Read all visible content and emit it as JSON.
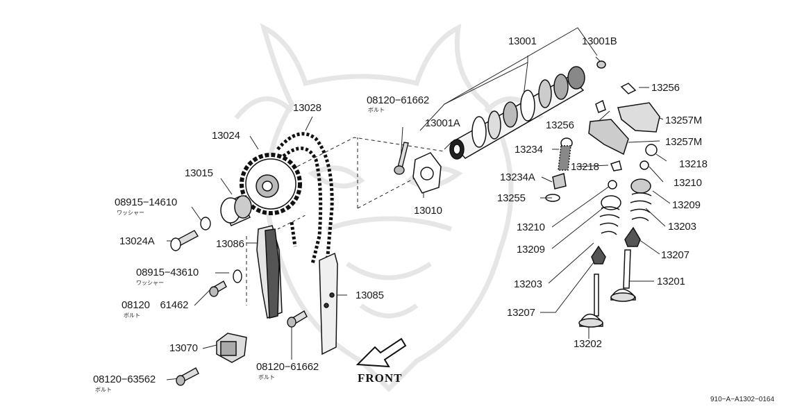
{
  "diagram": {
    "parts": {
      "p13001": "13001",
      "p13001B": "13001B",
      "p13001A": "13001A",
      "p13256a": "13256",
      "p13256b": "13256",
      "p13257Ma": "13257M",
      "p13257Mb": "13257M",
      "p13234": "13234",
      "p13234A": "13234A",
      "p13218a": "13218",
      "p13218b": "13218",
      "p13210a": "13210",
      "p13210b": "13210",
      "p13255": "13255",
      "p13209a": "13209",
      "p13209b": "13209",
      "p13203a": "13203",
      "p13203b": "13203",
      "p13207a": "13207",
      "p13207b": "13207",
      "p13201": "13201",
      "p13202": "13202",
      "p13010": "13010",
      "p13028": "13028",
      "p13024": "13024",
      "p13015": "13015",
      "p08915_14610": "08915−14610",
      "p13024A": "13024A",
      "p13086": "13086",
      "p08915_43610": "08915−43610",
      "p08120_61462": "08120　61462",
      "p13085": "13085",
      "p13070": "13070",
      "p08120_63562": "08120−63562",
      "p08120_61662a": "08120−61662",
      "p08120_61662b": "08120−61662"
    },
    "notes": {
      "washer1": "ワッシャー",
      "washer2": "ワッシャー",
      "bolt1": "ボルト",
      "bolt2": "ボルト",
      "bolt3": "ボルト",
      "bolt4": "ボルト"
    },
    "front_label": "FRONT",
    "drawing_code": "910−A−A1302−0164",
    "colors": {
      "ink": "#1a1a1a",
      "watermark": "#e9e9e9",
      "background": "#ffffff"
    }
  }
}
